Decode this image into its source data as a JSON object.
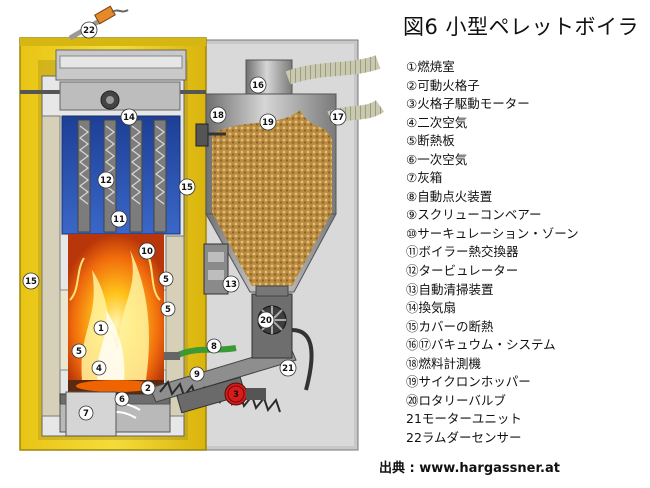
{
  "title": "図6 小型ペレットボイラ",
  "legend": [
    "①燃焼室",
    "②可動火格子",
    "③火格子駆動モーター",
    "④二次空気",
    "⑤断熱板",
    "⑥一次空気",
    "⑦灰箱",
    "⑧自動点火装置",
    "⑨スクリューコンベアー",
    "⑩サーキュレーション・ゾーン",
    "⑪ボイラー熱交換器",
    "⑫タービュレーター",
    "⑬自動清掃装置",
    "⑭換気扇",
    "⑮カバーの断熱",
    "⑯⑰バキュウム・システム",
    "⑱燃料計測機",
    "⑲サイクロンホッパー",
    "⑳ロタリーバルブ",
    "21モーターユニット",
    "22ラムダーセンサー"
  ],
  "source": "出典 : www.hargassner.at",
  "callouts": [
    {
      "label": "1"
    },
    {
      "label": "2"
    },
    {
      "label": "3"
    },
    {
      "label": "4"
    },
    {
      "label": "5"
    },
    {
      "label": "5"
    },
    {
      "label": "5"
    },
    {
      "label": "6"
    },
    {
      "label": "7"
    },
    {
      "label": "8"
    },
    {
      "label": "9"
    },
    {
      "label": "10"
    },
    {
      "label": "11"
    },
    {
      "label": "12"
    },
    {
      "label": "13"
    },
    {
      "label": "14"
    },
    {
      "label": "15"
    },
    {
      "label": "15"
    },
    {
      "label": "16"
    },
    {
      "label": "17"
    },
    {
      "label": "18"
    },
    {
      "label": "19"
    },
    {
      "label": "20"
    },
    {
      "label": "21"
    },
    {
      "label": "22"
    }
  ],
  "colors": {
    "casing": "#f2d21c",
    "casing_edge": "#a08a10",
    "heat_exchanger": "#2a4fa8",
    "fire": "#f07a12",
    "metal": "#9a9a9a",
    "pellets": "#c89a4c"
  }
}
